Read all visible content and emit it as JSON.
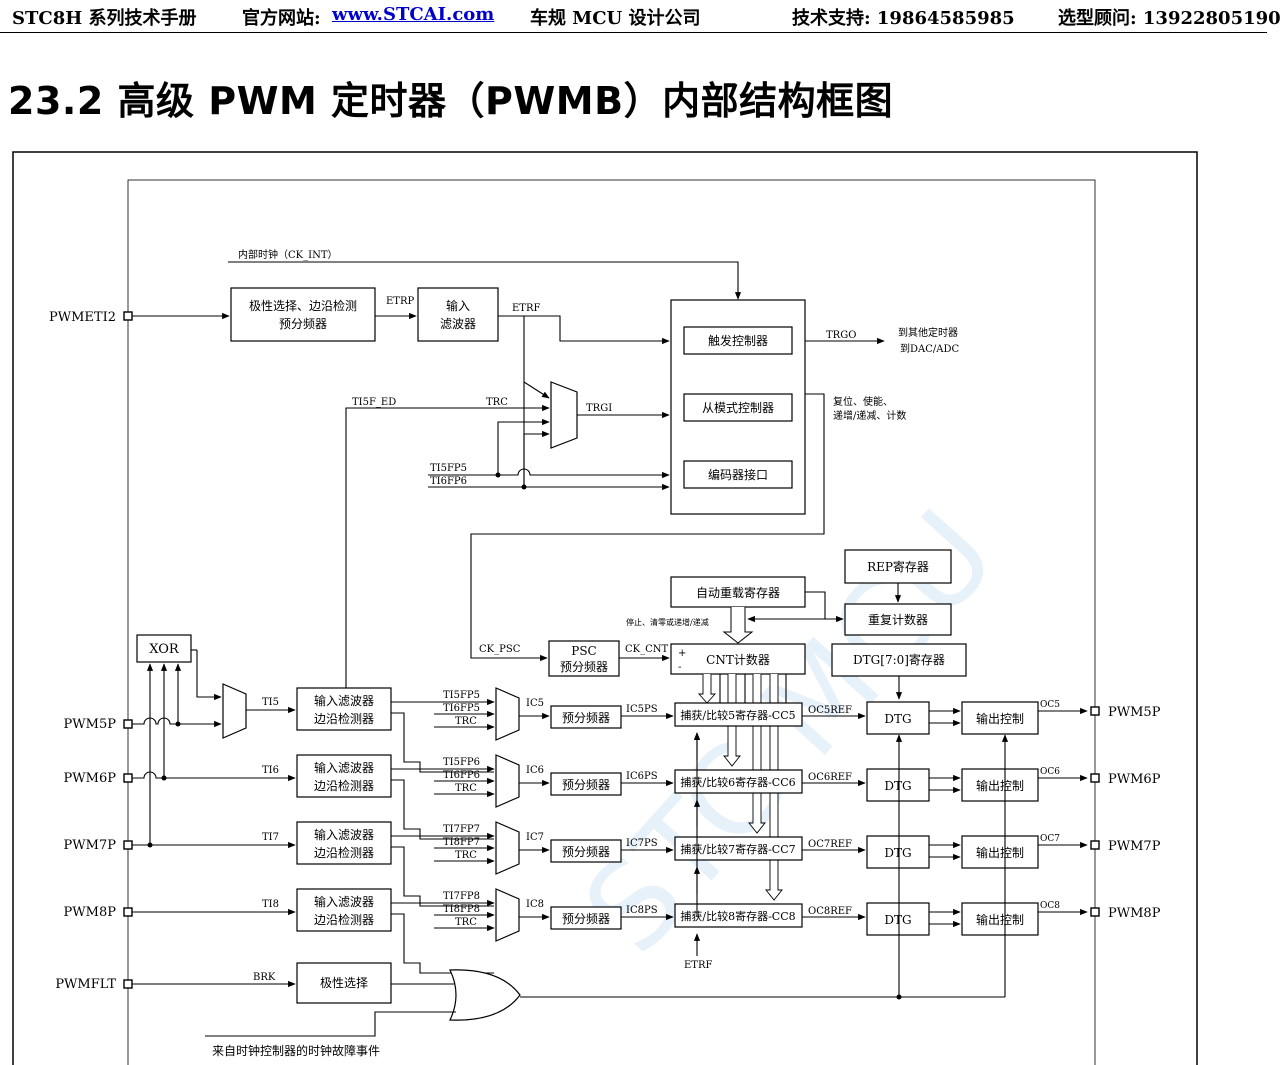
{
  "header": {
    "product": "STC8H 系列技术手册",
    "site_label": "官方网站:",
    "site_link": "www.STCAI.com",
    "company": "车规 MCU 设计公司",
    "support": "技术支持: 19864585985",
    "advisor": "选型顾问: 13922805190"
  },
  "title": "23.2 高级 PWM 定时器（PWMB）内部结构框图",
  "diagram": {
    "pins_in": [
      "PWMETI2",
      "PWM5P",
      "PWM6P",
      "PWM7P",
      "PWM8P",
      "PWMFLT"
    ],
    "pins_out": [
      "PWM5P",
      "PWM6P",
      "PWM7P",
      "PWM8P"
    ],
    "ck_int": "内部时钟（CK_INT）",
    "polarity_detect": [
      "极性选择、边沿检测",
      "预分频器"
    ],
    "etrp": "ETRP",
    "input_filter": [
      "输入",
      "滤波器"
    ],
    "etrf": "ETRF",
    "trigger_ctrl": "触发控制器",
    "slave_ctrl": "从模式控制器",
    "encoder_if": "编码器接口",
    "trgo": "TRGO",
    "trgo_dest": [
      "到其他定时器",
      "到DAC/ADC"
    ],
    "slave_out": [
      "复位、使能、",
      "递增/递减、计数"
    ],
    "ti5f_ed": "TI5F_ED",
    "trc": "TRC",
    "trgi": "TRGI",
    "ti5fp5": "TI5FP5",
    "ti6fp6": "TI6FP6",
    "rep_reg": "REP寄存器",
    "auto_reload": "自动重载寄存器",
    "repeat_counter": "重复计数器",
    "stop_clear": "停止、清零或递增/递减",
    "ck_psc": "CK_PSC",
    "psc": [
      "PSC",
      "预分频器"
    ],
    "ck_cnt": "CK_CNT",
    "cnt": "CNT计数器",
    "cnt_plus": "+",
    "cnt_minus": "-",
    "dtg_reg": "DTG[7:0]寄存器",
    "xor": "XOR",
    "channels": [
      {
        "ti": "TI5",
        "filter": [
          "输入滤波器",
          "边沿检测器"
        ],
        "mux": [
          "TI5FP5",
          "TI6FP5",
          "TRC"
        ],
        "ic": "IC5",
        "pre": "预分频器",
        "icps": "IC5PS",
        "cc": "捕获/比较5寄存器-CC5",
        "ocref": "OC5REF",
        "dtg": "DTG",
        "outctl": "输出控制",
        "oc": "OC5"
      },
      {
        "ti": "TI6",
        "filter": [
          "输入滤波器",
          "边沿检测器"
        ],
        "mux": [
          "TI5FP6",
          "TI6FP6",
          "TRC"
        ],
        "ic": "IC6",
        "pre": "预分频器",
        "icps": "IC6PS",
        "cc": "捕获/比较6寄存器-CC6",
        "ocref": "OC6REF",
        "dtg": "DTG",
        "outctl": "输出控制",
        "oc": "OC6"
      },
      {
        "ti": "TI7",
        "filter": [
          "输入滤波器",
          "边沿检测器"
        ],
        "mux": [
          "TI7FP7",
          "TI8FP7",
          "TRC"
        ],
        "ic": "IC7",
        "pre": "预分频器",
        "icps": "IC7PS",
        "cc": "捕获/比较7寄存器-CC7",
        "ocref": "OC7REF",
        "dtg": "DTG",
        "outctl": "输出控制",
        "oc": "OC7"
      },
      {
        "ti": "TI8",
        "filter": [
          "输入滤波器",
          "边沿检测器"
        ],
        "mux": [
          "TI7FP8",
          "TI8FP8",
          "TRC"
        ],
        "ic": "IC8",
        "pre": "预分频器",
        "icps": "IC8PS",
        "cc": "捕获/比较8寄存器-CC8",
        "ocref": "OC8REF",
        "dtg": "DTG",
        "outctl": "输出控制",
        "oc": "OC8"
      }
    ],
    "etrf_bottom": "ETRF",
    "brk": "BRK",
    "polarity_sel": "极性选择",
    "clock_fault": "来自时钟控制器的时钟故障事件",
    "watermark": "STC MCU"
  }
}
